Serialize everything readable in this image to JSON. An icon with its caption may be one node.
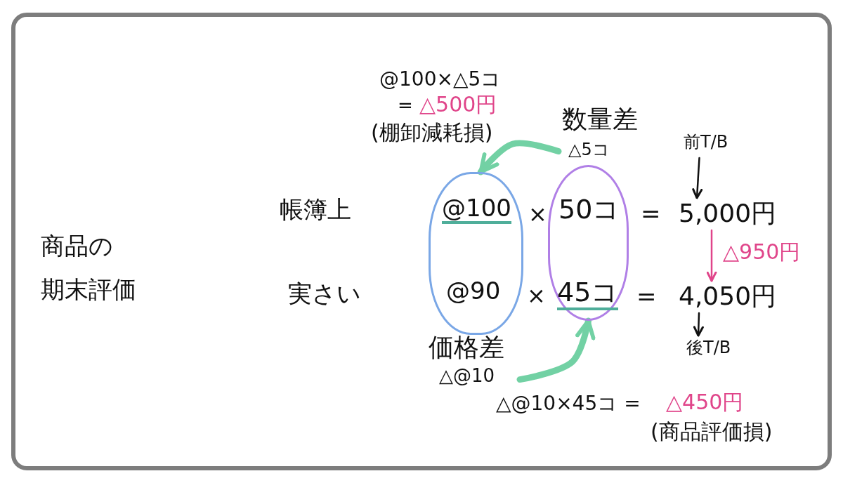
{
  "diagram": {
    "nodes": [
      {
        "text": [
          "@100",
          "@90"
        ]
      },
      {
        "text": [
          "50コ",
          "45コ"
        ]
      },
      {
        "text": [
          "数量差",
          "△5コ"
        ]
      },
      {
        "text": [
          "価格差",
          "△@10"
        ]
      },
      {
        "text": [
          "前T/B"
        ]
      },
      {
        "text": [
          "5,000円"
        ]
      },
      {
        "text": [
          "4,050円"
        ]
      },
      {
        "text": [
          "後T/B"
        ]
      }
    ],
    "edges": [
      {
        "from": 2,
        "to": 0,
        "arrow": "to",
        "style": "thick",
        "color": "#72d1a4"
      },
      {
        "from": 3,
        "to": 1,
        "arrow": "to",
        "style": "thick",
        "color": "#72d1a4"
      },
      {
        "from": 4,
        "to": 5,
        "arrow": "to",
        "color": "#111111"
      },
      {
        "from": 5,
        "to": 6,
        "arrow": "to",
        "label": "△950円",
        "color": "#e0458a"
      },
      {
        "from": 6,
        "to": 7,
        "arrow": "to",
        "color": "#111111"
      }
    ],
    "labels": [
      "@100×△5コ",
      "=",
      "△500円",
      "(棚卸減耗損)",
      "帳簿上",
      "×",
      "=",
      "商品の",
      "期末評価",
      "実さい",
      "×",
      "=",
      "△@10×45コ =",
      "△450円",
      "(商品評価損)"
    ]
  }
}
